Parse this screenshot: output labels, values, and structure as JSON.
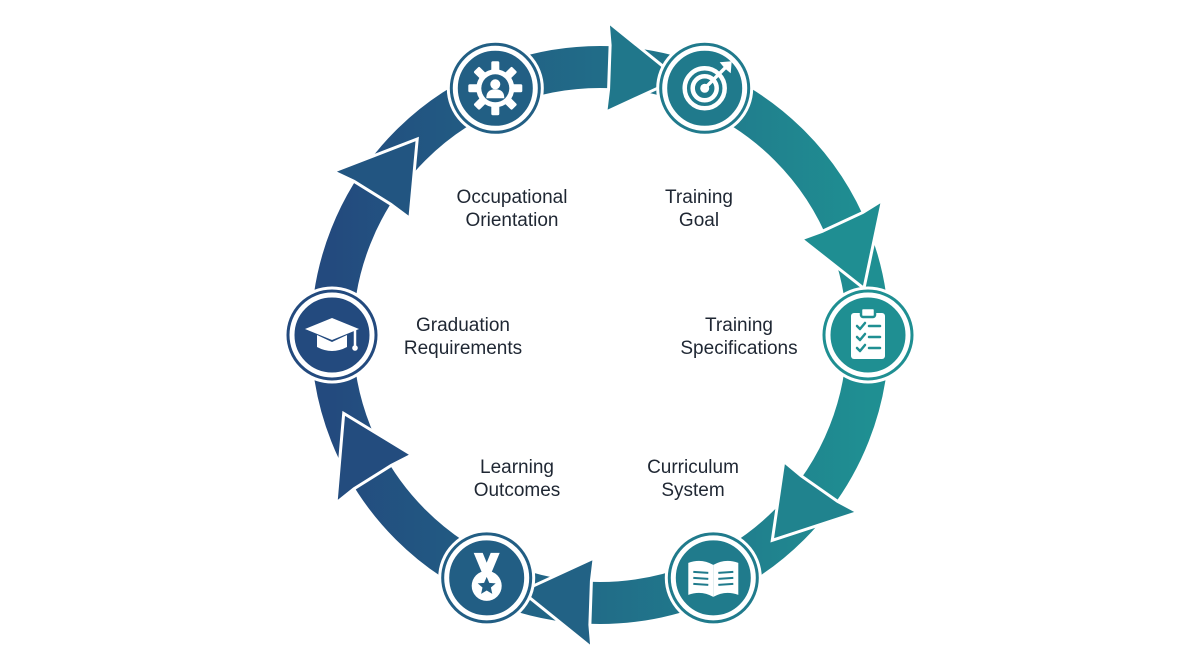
{
  "colors": {
    "start": "#234a7e",
    "end": "#1f8f92",
    "background": "#ffffff",
    "text": "#1f2733"
  },
  "nodes": [
    {
      "id": "occupational-orientation",
      "lines": [
        "Occupational",
        "Orientation"
      ],
      "icon": "gear-person-icon"
    },
    {
      "id": "training-goal",
      "lines": [
        "Training",
        "Goal"
      ],
      "icon": "target-icon"
    },
    {
      "id": "training-specifications",
      "lines": [
        "Training",
        "Specifications"
      ],
      "icon": "clipboard-checklist-icon"
    },
    {
      "id": "curriculum-system",
      "lines": [
        "Curriculum",
        "System"
      ],
      "icon": "open-book-icon"
    },
    {
      "id": "learning-outcomes",
      "lines": [
        "Learning",
        "Outcomes"
      ],
      "icon": "medal-icon"
    },
    {
      "id": "graduation-requirements",
      "lines": [
        "Graduation",
        "Requirements"
      ],
      "icon": "graduation-cap-icon"
    }
  ]
}
